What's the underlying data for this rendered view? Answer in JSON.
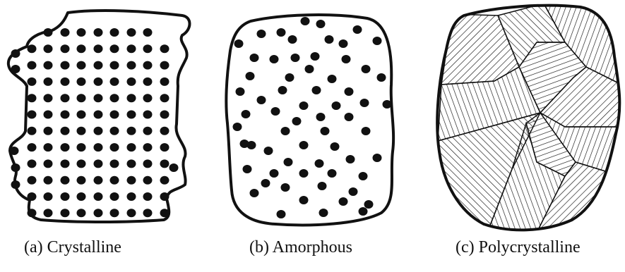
{
  "captions": {
    "crystalline": "(a) Crystalline",
    "amorphous": "(b) Amorphous",
    "polycrystalline": "(c) Polycrystalline"
  },
  "colors": {
    "ink": "#111111",
    "background": "#ffffff"
  }
}
